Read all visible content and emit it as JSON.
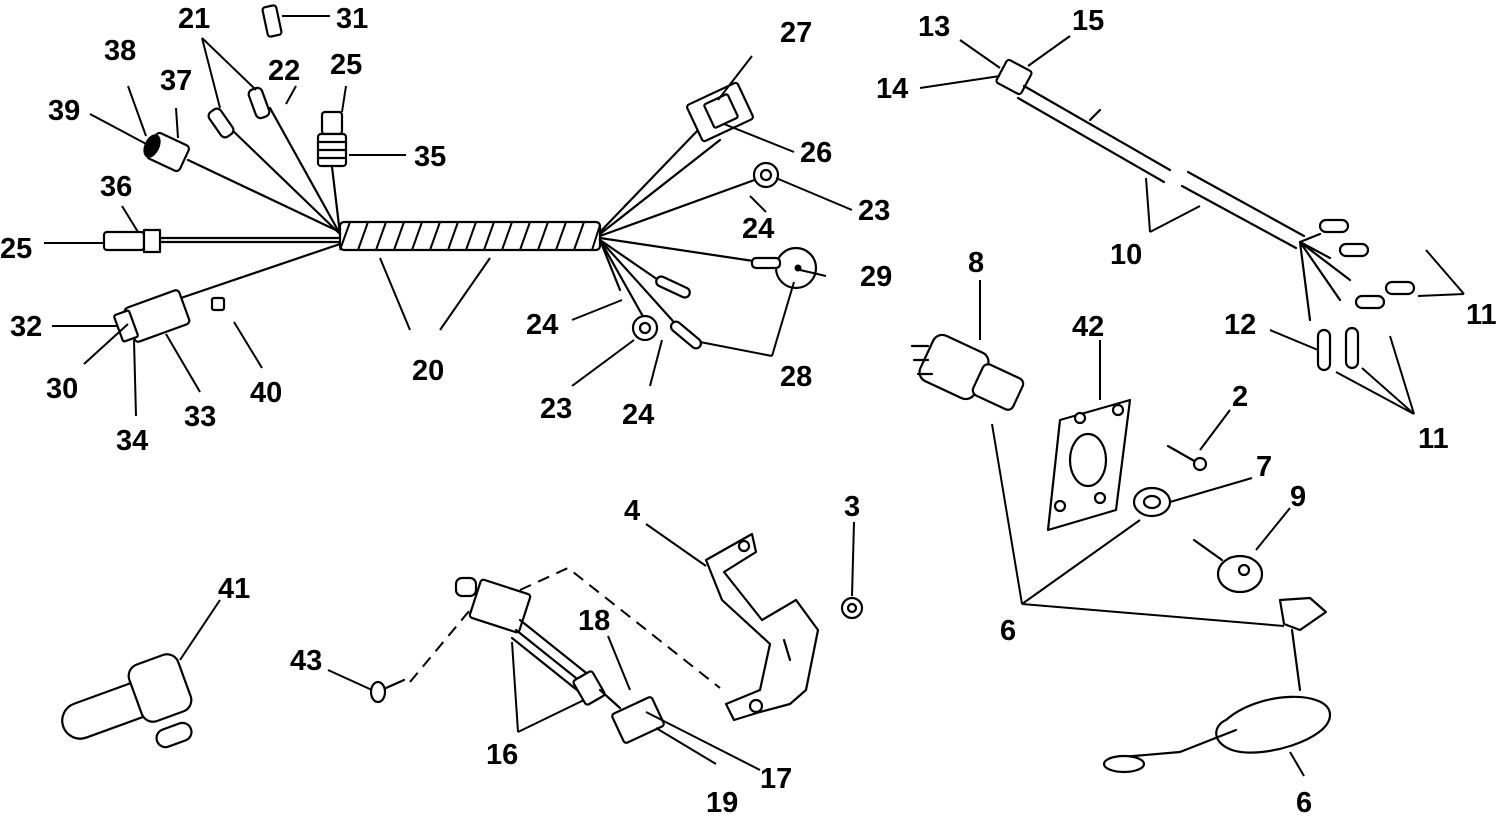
{
  "diagram": {
    "callouts": [
      {
        "id": "c2",
        "text": "2"
      },
      {
        "id": "c3",
        "text": "3"
      },
      {
        "id": "c4",
        "text": "4"
      },
      {
        "id": "c6a",
        "text": "6"
      },
      {
        "id": "c6b",
        "text": "6"
      },
      {
        "id": "c7",
        "text": "7"
      },
      {
        "id": "c8",
        "text": "8"
      },
      {
        "id": "c9",
        "text": "9"
      },
      {
        "id": "c10",
        "text": "10"
      },
      {
        "id": "c11a",
        "text": "11"
      },
      {
        "id": "c11b",
        "text": "11"
      },
      {
        "id": "c12",
        "text": "12"
      },
      {
        "id": "c13",
        "text": "13"
      },
      {
        "id": "c14",
        "text": "14"
      },
      {
        "id": "c15",
        "text": "15"
      },
      {
        "id": "c16",
        "text": "16"
      },
      {
        "id": "c17",
        "text": "17"
      },
      {
        "id": "c18",
        "text": "18"
      },
      {
        "id": "c19",
        "text": "19"
      },
      {
        "id": "c20",
        "text": "20"
      },
      {
        "id": "c21",
        "text": "21"
      },
      {
        "id": "c22",
        "text": "22"
      },
      {
        "id": "c23a",
        "text": "23"
      },
      {
        "id": "c23b",
        "text": "23"
      },
      {
        "id": "c24a",
        "text": "24"
      },
      {
        "id": "c24b",
        "text": "24"
      },
      {
        "id": "c24c",
        "text": "24"
      },
      {
        "id": "c25a",
        "text": "25"
      },
      {
        "id": "c25b",
        "text": "25"
      },
      {
        "id": "c26",
        "text": "26"
      },
      {
        "id": "c27",
        "text": "27"
      },
      {
        "id": "c28",
        "text": "28"
      },
      {
        "id": "c29",
        "text": "29"
      },
      {
        "id": "c30",
        "text": "30"
      },
      {
        "id": "c31",
        "text": "31"
      },
      {
        "id": "c32",
        "text": "32"
      },
      {
        "id": "c33",
        "text": "33"
      },
      {
        "id": "c34",
        "text": "34"
      },
      {
        "id": "c35",
        "text": "35"
      },
      {
        "id": "c36",
        "text": "36"
      },
      {
        "id": "c37",
        "text": "37"
      },
      {
        "id": "c38",
        "text": "38"
      },
      {
        "id": "c39",
        "text": "39"
      },
      {
        "id": "c40",
        "text": "40"
      },
      {
        "id": "c41",
        "text": "41"
      },
      {
        "id": "c42",
        "text": "42"
      },
      {
        "id": "c43",
        "text": "43"
      }
    ],
    "line_color": "#000000",
    "background": "#ffffff"
  }
}
